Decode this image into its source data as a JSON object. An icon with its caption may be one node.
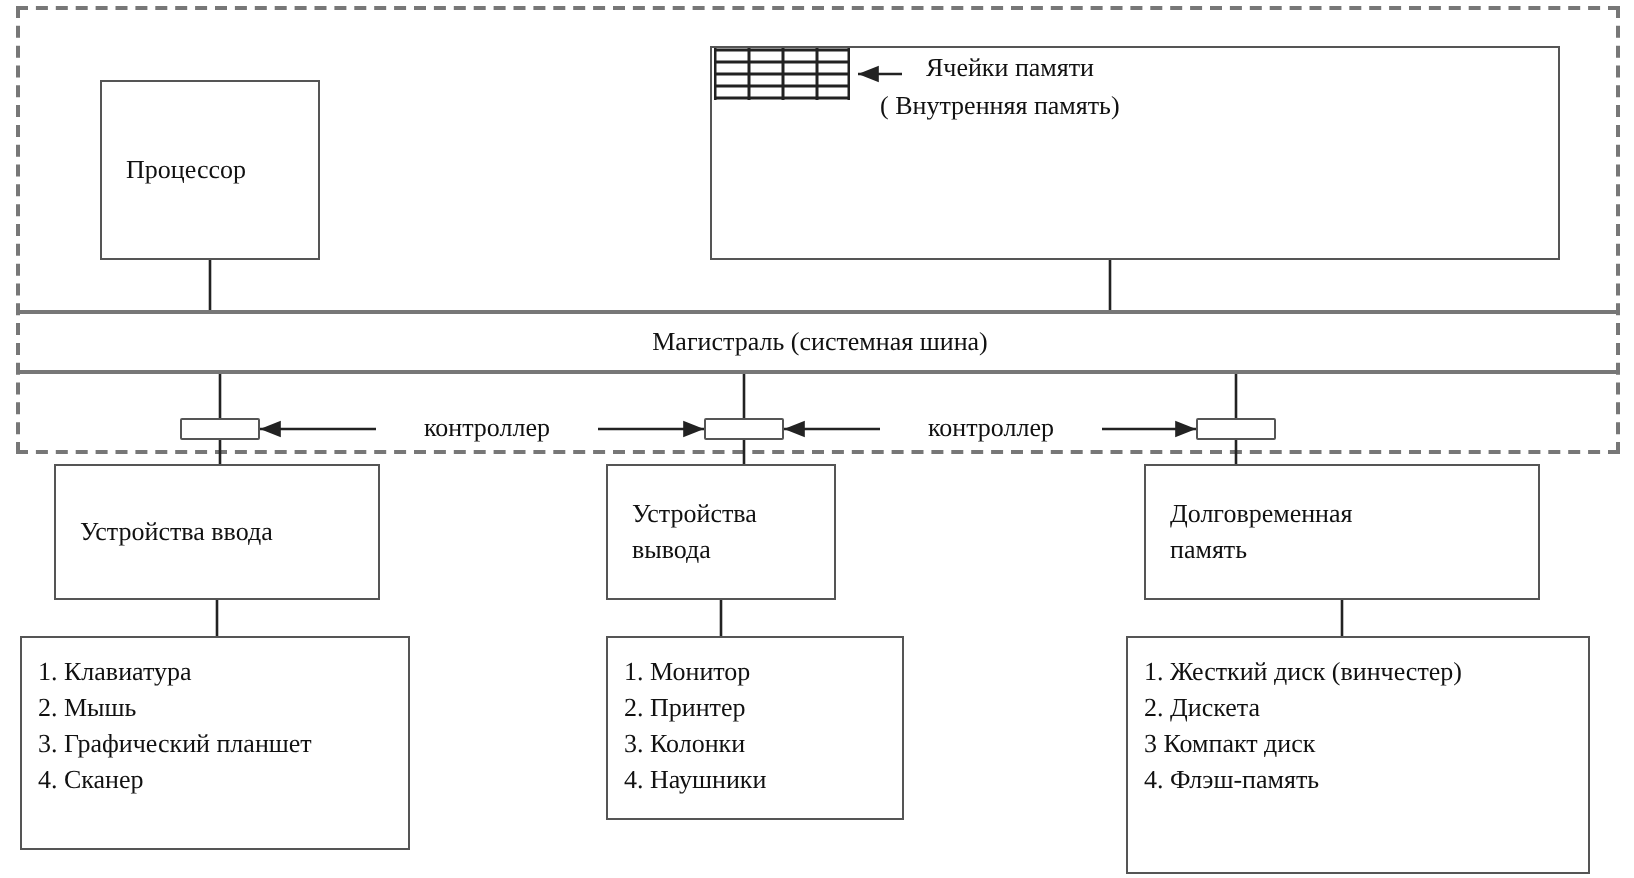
{
  "diagram": {
    "nodes": [
      {
        "text": [],
        "shape": "box"
      },
      {
        "text": [
          "Процессор"
        ],
        "in": 0
      },
      {
        "text": [
          "( Внутренняя память)"
        ],
        "in": 0
      },
      {
        "text": [],
        "shape": "table",
        "in": 2
      },
      {
        "text": [
          "Ячейки памяти"
        ],
        "in": 2
      },
      {
        "text": [
          "Магистраль (системная шина)"
        ],
        "in": 0
      },
      {
        "text": [],
        "shape": "box",
        "in": 0
      },
      {
        "text": [],
        "shape": "box",
        "in": 0
      },
      {
        "text": [],
        "shape": "box",
        "in": 0
      },
      {
        "text": [
          "контроллер"
        ],
        "in": 0
      },
      {
        "text": [
          "контроллер"
        ],
        "in": 0
      },
      {
        "text": [
          "Устройства ввода"
        ]
      },
      {
        "text": [
          "Устройства вывода"
        ]
      },
      {
        "text": [
          "Долговременная память"
        ]
      },
      {
        "text": [
          "1. Клавиатура",
          "2. Мышь",
          "3. Графический планшет",
          "4. Сканер"
        ]
      },
      {
        "text": [
          "1. Монитор",
          "2. Принтер",
          "3. Колонки",
          "4. Наушники"
        ]
      },
      {
        "text": [
          "1. Жесткий диск (винчестер)",
          "2. Дискета",
          "3 Компакт диск",
          "4. Флэш-память"
        ]
      }
    ],
    "edges": [
      {
        "from": 4,
        "to": 3,
        "arrow": "to"
      },
      {
        "from": 1,
        "to": 5,
        "arrow": "none"
      },
      {
        "from": 2,
        "to": 5,
        "arrow": "none"
      },
      {
        "from": 5,
        "to": 6,
        "arrow": "none"
      },
      {
        "from": 5,
        "to": 7,
        "arrow": "none"
      },
      {
        "from": 5,
        "to": 8,
        "arrow": "none"
      },
      {
        "from": 6,
        "to": 11,
        "arrow": "none"
      },
      {
        "from": 7,
        "to": 12,
        "arrow": "none"
      },
      {
        "from": 8,
        "to": 13,
        "arrow": "none"
      },
      {
        "from": 11,
        "to": 14,
        "arrow": "none"
      },
      {
        "from": 12,
        "to": 15,
        "arrow": "none"
      },
      {
        "from": 13,
        "to": 16,
        "arrow": "none"
      },
      {
        "from": 9,
        "to": 6,
        "arrow": "to"
      },
      {
        "from": 9,
        "to": 7,
        "arrow": "to"
      },
      {
        "from": 10,
        "to": 7,
        "arrow": "to"
      },
      {
        "from": 10,
        "to": 8,
        "arrow": "to"
      }
    ]
  }
}
